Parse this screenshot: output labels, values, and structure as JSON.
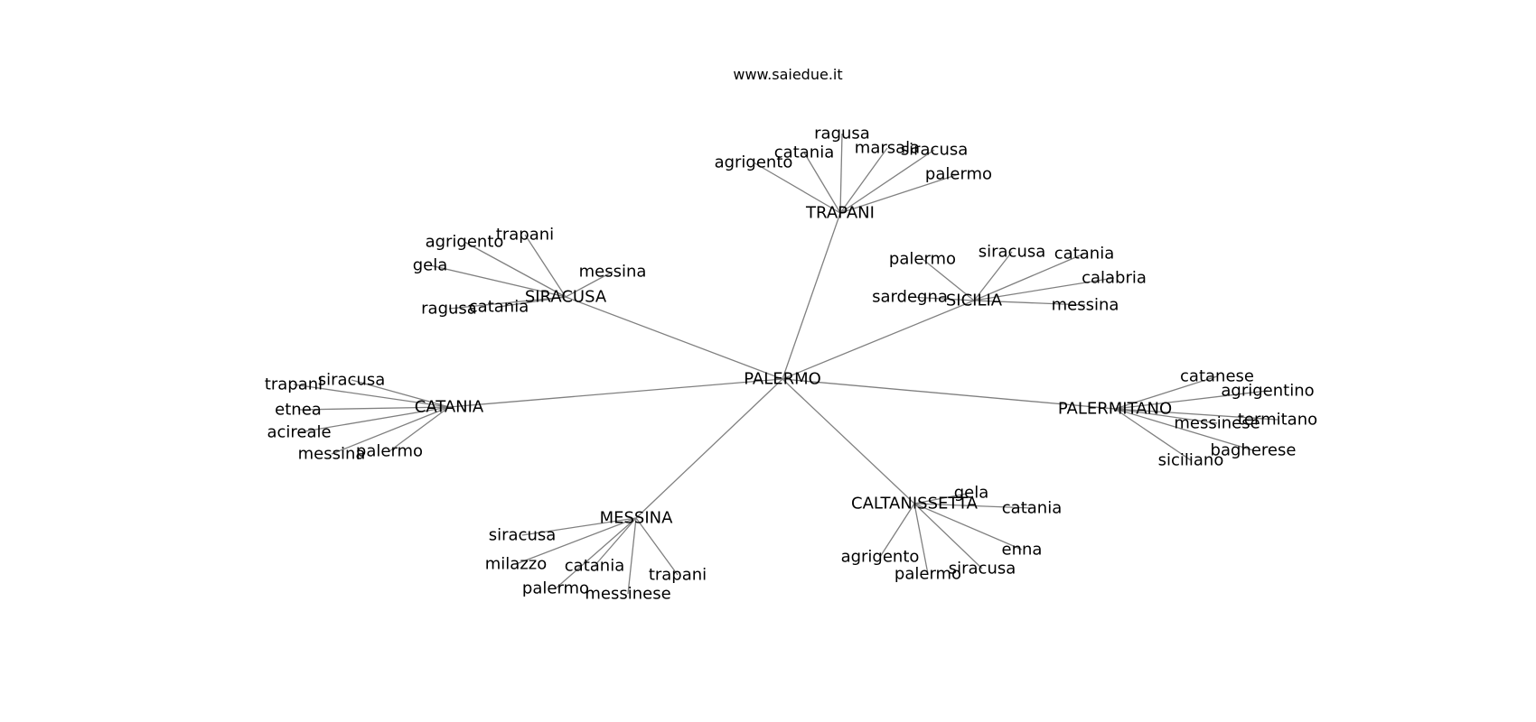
{
  "title": "www.saiedue.it",
  "root": "PALERMO",
  "hubs": [
    {
      "name": "TRAPANI",
      "leaves": [
        "agrigento",
        "catania",
        "ragusa",
        "marsala",
        "siracusa",
        "palermo"
      ]
    },
    {
      "name": "SIRACUSA",
      "leaves": [
        "agrigento",
        "trapani",
        "gela",
        "messina",
        "ragusa",
        "catania"
      ]
    },
    {
      "name": "SICILIA",
      "leaves": [
        "palermo",
        "siracusa",
        "catania",
        "calabria",
        "sardegna",
        "messina"
      ]
    },
    {
      "name": "CATANIA",
      "leaves": [
        "trapani",
        "siracusa",
        "etnea",
        "acireale",
        "messina",
        "palermo"
      ]
    },
    {
      "name": "PALERMITANO",
      "leaves": [
        "catanese",
        "agrigentino",
        "messinese",
        "termitano",
        "bagherese",
        "siciliano"
      ]
    },
    {
      "name": "CALTANISSETTA",
      "leaves": [
        "gela",
        "catania",
        "agrigento",
        "enna",
        "palermo",
        "siracusa"
      ]
    },
    {
      "name": "MESSINA",
      "leaves": [
        "siracusa",
        "milazzo",
        "catania",
        "trapani",
        "palermo",
        "messinese"
      ]
    }
  ]
}
